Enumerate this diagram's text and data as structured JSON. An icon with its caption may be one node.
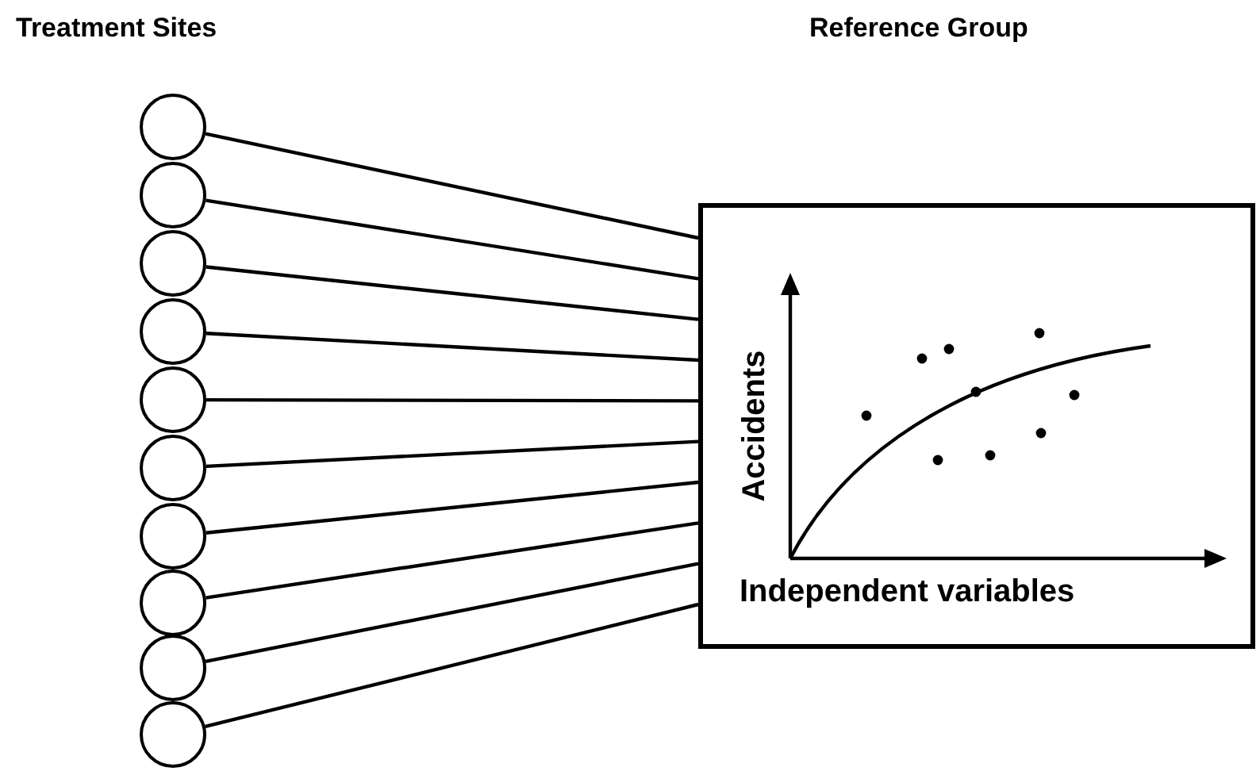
{
  "diagram": {
    "nodes": [
      {
        "text": [],
        "shape": "circle"
      },
      {
        "text": [],
        "shape": "circle"
      },
      {
        "text": [],
        "shape": "circle"
      },
      {
        "text": [],
        "shape": "circle"
      },
      {
        "text": [],
        "shape": "circle"
      },
      {
        "text": [],
        "shape": "circle"
      },
      {
        "text": [],
        "shape": "circle"
      },
      {
        "text": [],
        "shape": "circle"
      },
      {
        "text": [],
        "shape": "circle"
      },
      {
        "text": [],
        "shape": "circle"
      },
      {
        "text": [],
        "shape": "box"
      }
    ],
    "edges": [
      {
        "from": 0,
        "to": 10,
        "arrow": "none"
      },
      {
        "from": 1,
        "to": 10,
        "arrow": "none"
      },
      {
        "from": 2,
        "to": 10,
        "arrow": "none"
      },
      {
        "from": 3,
        "to": 10,
        "arrow": "none"
      },
      {
        "from": 4,
        "to": 10,
        "arrow": "none"
      },
      {
        "from": 5,
        "to": 10,
        "arrow": "none"
      },
      {
        "from": 6,
        "to": 10,
        "arrow": "none"
      },
      {
        "from": 7,
        "to": 10,
        "arrow": "none"
      },
      {
        "from": 8,
        "to": 10,
        "arrow": "none"
      },
      {
        "from": 9,
        "to": 10,
        "arrow": "none"
      }
    ],
    "labels": [
      "Treatment Sites",
      "Reference Group",
      "Accidents",
      "Independent variables"
    ]
  }
}
